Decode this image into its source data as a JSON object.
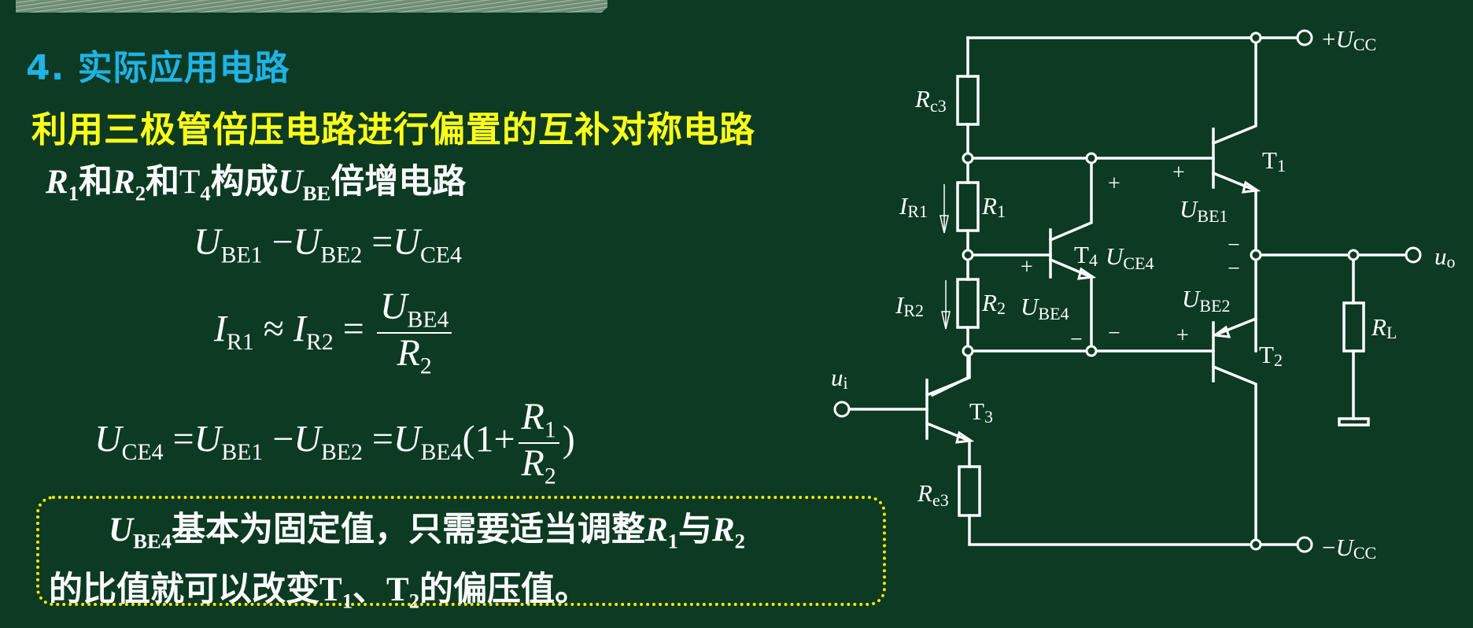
{
  "banner": {
    "decorative": "textured header strip (partially cut off)"
  },
  "section": {
    "number": "4.",
    "title": "实际应用电路"
  },
  "subtitle": "利用三极管倍压电路进行偏置的互补对称电路",
  "line2": {
    "r1": "R",
    "r1_sub": "1",
    "and1": "和",
    "r2": "R",
    "r2_sub": "2",
    "and2": "和",
    "t4": "T",
    "t4_sub": "4",
    "forms": "构成",
    "ube": "U",
    "ube_sub": "BE",
    "tail": "倍增电路"
  },
  "equations": {
    "eq1": {
      "a": "U",
      "a_sub": "BE1",
      "op1": "−",
      "b": "U",
      "b_sub": "BE2",
      "eq": "=",
      "c": "U",
      "c_sub": "CE4"
    },
    "eq2": {
      "a": "I",
      "a_sub": "R1",
      "approx": "≈",
      "b": "I",
      "b_sub": "R2",
      "eq": "=",
      "num": "U",
      "num_sub": "BE4",
      "den": "R",
      "den_sub": "2"
    },
    "eq3": {
      "a": "U",
      "a_sub": "CE4",
      "eq1": "=",
      "b": "U",
      "b_sub": "BE1",
      "minus": "−",
      "c": "U",
      "c_sub": "BE2",
      "eq2": "=",
      "d": "U",
      "d_sub": "BE4",
      "open": "(1+",
      "num": "R",
      "num_sub": "1",
      "den": "R",
      "den_sub": "2",
      "close": ")"
    }
  },
  "note": {
    "u": "U",
    "u_sub": "BE4",
    "text1": "基本为固定值，只需要适当调整",
    "r1": "R",
    "r1_sub": "1",
    "with": "与",
    "r2": "R",
    "r2_sub": "2",
    "text2": "的比值就可以改变",
    "t1": "T",
    "t1_sub": "1",
    "sep": "、",
    "t2": "T",
    "t2_sub": "2",
    "text3": "的偏压值。"
  },
  "circuit": {
    "labels": {
      "vcc_pos": {
        "sign": "+",
        "sym": "U",
        "sub": "CC"
      },
      "vcc_neg": {
        "sign": "−",
        "sym": "U",
        "sub": "CC"
      },
      "rc3": {
        "sym": "R",
        "sub": "c3"
      },
      "re3": {
        "sym": "R",
        "sub": "e3"
      },
      "r1": {
        "sym": "R",
        "sub": "1"
      },
      "r2": {
        "sym": "R",
        "sub": "2"
      },
      "rl": {
        "sym": "R",
        "sub": "L"
      },
      "ir1": {
        "sym": "I",
        "sub": "R1"
      },
      "ir2": {
        "sym": "I",
        "sub": "R2"
      },
      "t1": {
        "sym": "T",
        "sub": "1"
      },
      "t2": {
        "sym": "T",
        "sub": "2"
      },
      "t3": {
        "sym": "T",
        "sub": "3"
      },
      "t4": {
        "sym": "T",
        "sub": "4"
      },
      "uce4": {
        "sym": "U",
        "sub": "CE4"
      },
      "ube1": {
        "sym": "U",
        "sub": "BE1"
      },
      "ube2": {
        "sym": "U",
        "sub": "BE2"
      },
      "ube4": {
        "sym": "U",
        "sub": "BE4"
      },
      "ui": {
        "sym": "u",
        "sub": "i"
      },
      "uo": {
        "sym": "u",
        "sub": "o"
      },
      "plus": "+",
      "minus": "−"
    },
    "colors": {
      "wire": "#ffffff",
      "background": "#0c3a23"
    }
  },
  "colors": {
    "background": "#0c3a23",
    "section_title": "#1fb3e6",
    "subtitle": "#ffff1a",
    "body_text": "#ffffff",
    "note_border": "#ffea00"
  }
}
